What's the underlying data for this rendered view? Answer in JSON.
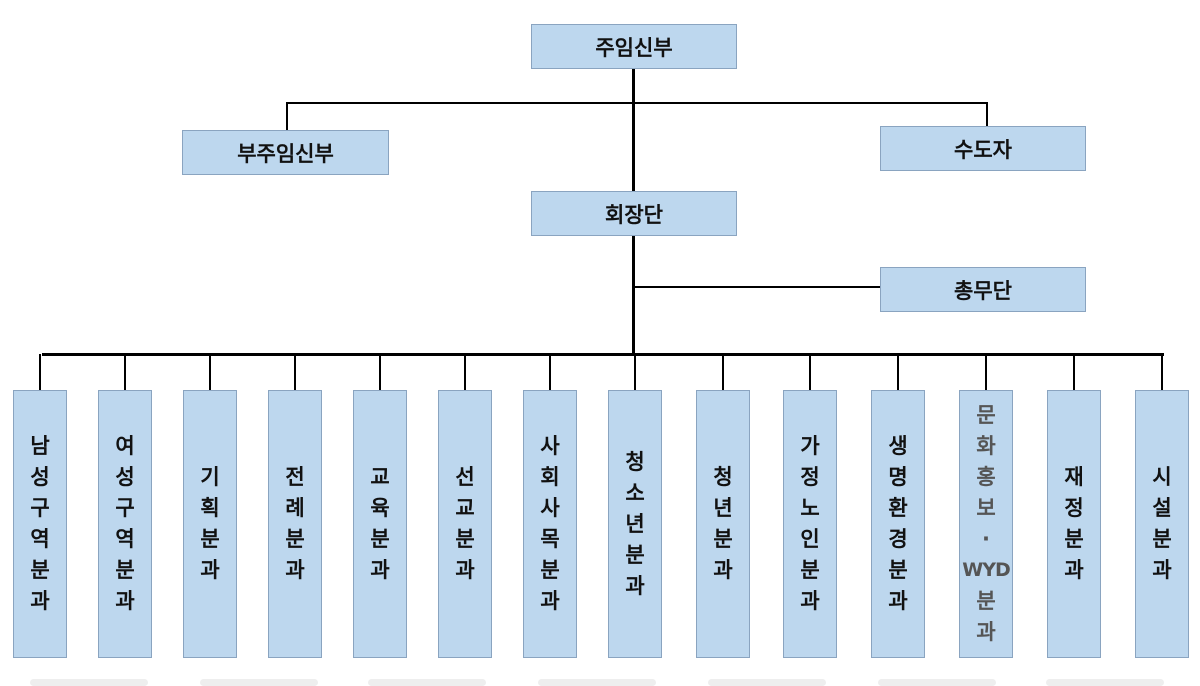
{
  "top": {
    "head": "주임신부",
    "assistant": "부주임신부",
    "religious": "수도자",
    "council": "회장단",
    "general_affairs": "총무단"
  },
  "departments": [
    {
      "label": "남성구역분과"
    },
    {
      "label": "여성구역분과"
    },
    {
      "label": "기획분과"
    },
    {
      "label": "전례분과"
    },
    {
      "label": "교육분과"
    },
    {
      "label": "선교분과"
    },
    {
      "label": "사회사목분과"
    },
    {
      "label": "청소년분과"
    },
    {
      "label": "청년분과"
    },
    {
      "label": "가정노인분과"
    },
    {
      "label": "생명환경분과"
    },
    {
      "label": "문화홍보·WYD분과"
    },
    {
      "label": "재정분과"
    },
    {
      "label": "시설분과"
    }
  ]
}
